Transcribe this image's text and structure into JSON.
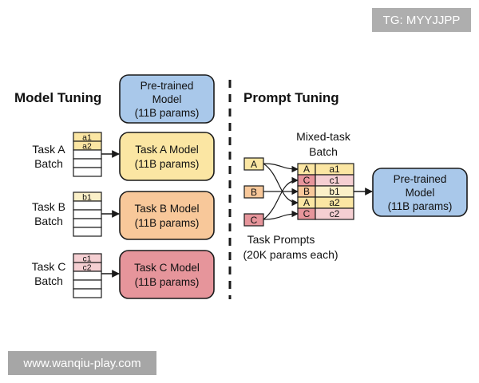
{
  "watermarks": {
    "tg": "TG: MYYJJPP",
    "site": "www.wanqiu-play.com"
  },
  "colors": {
    "blue": "#a9c8ea",
    "yellow": "#fbe6a3",
    "orange": "#f8c89a",
    "red": "#e6959b",
    "pink": "#f5cfd2",
    "cream": "#fbf0c8",
    "edge": "#1a1a1a"
  },
  "model_tuning": {
    "title": "Model Tuning",
    "pretrained": {
      "line1": "Pre-trained",
      "line2": "Model",
      "line3": "(11B params)"
    },
    "task_a": {
      "label1": "Task A",
      "label2": "Batch",
      "rows": [
        "a1",
        "a2"
      ],
      "model1": "Task A Model",
      "model2": "(11B params)"
    },
    "task_b": {
      "label1": "Task B",
      "label2": "Batch",
      "rows": [
        "b1"
      ],
      "model1": "Task B Model",
      "model2": "(11B params)"
    },
    "task_c": {
      "label1": "Task C",
      "label2": "Batch",
      "rows": [
        "c1",
        "c2"
      ],
      "model1": "Task C Model",
      "model2": "(11B params)"
    }
  },
  "prompt_tuning": {
    "title": "Prompt Tuning",
    "batch_label1": "Mixed-task",
    "batch_label2": "Batch",
    "prompts": [
      "A",
      "B",
      "C"
    ],
    "batch_rows": [
      [
        "A",
        "a1"
      ],
      [
        "C",
        "c1"
      ],
      [
        "B",
        "b1"
      ],
      [
        "A",
        "a2"
      ],
      [
        "C",
        "c2"
      ]
    ],
    "task_prompts1": "Task Prompts",
    "task_prompts2": "(20K params each)",
    "pretrained": {
      "line1": "Pre-trained",
      "line2": "Model",
      "line3": "(11B params)"
    }
  }
}
